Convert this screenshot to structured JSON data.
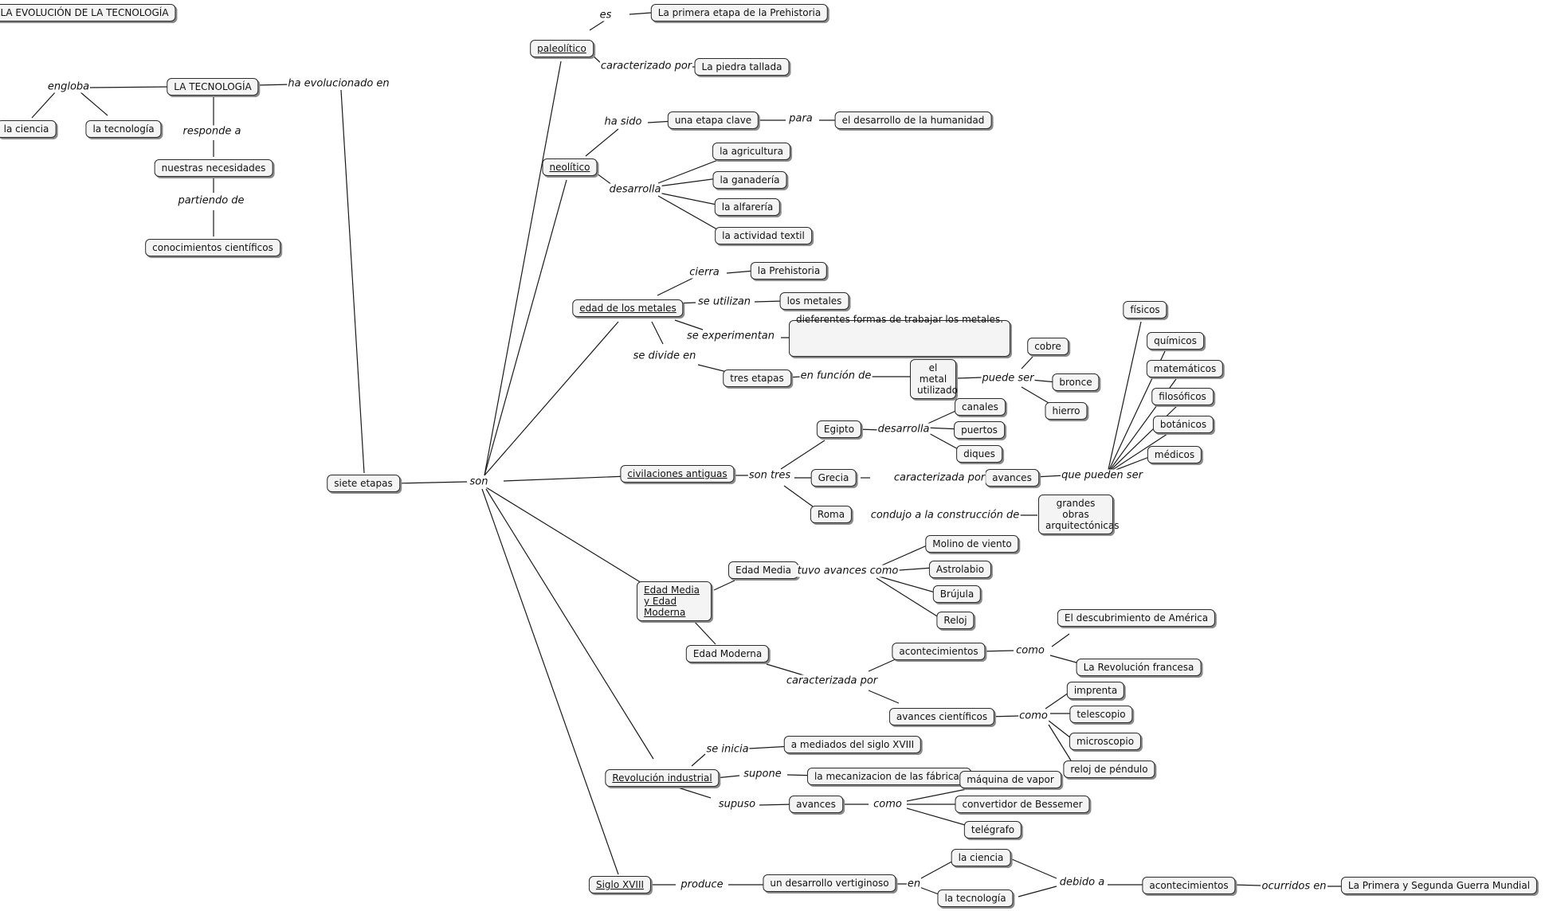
{
  "title": "LA EVOLUCIÓN DE LA TECNOLOGÍA",
  "concepts": {
    "tecnologia": "LA TECNOLOGÍA",
    "ciencia_top": "la ciencia",
    "tecnologia_small": "la tecnología",
    "necesidades": "nuestras necesidades",
    "conocimientos": "conocimientos científicos",
    "siete_etapas": "siete etapas",
    "paleolitico": "paleolítico",
    "primera_etapa": "La primera etapa de la Prehistoria",
    "piedra": "La piedra tallada",
    "neolitico": "neolítico",
    "etapa_clave": "una etapa clave",
    "desarrollo_humanidad": "el desarrollo de la humanidad",
    "agricultura": "la agricultura",
    "ganaderia": "la ganadería",
    "alfareria": "la alfarería",
    "textil": "la actividad textil",
    "metales_edad": "edad de los metales",
    "prehistoria": "la Prehistoria",
    "los_metales": "los metales",
    "formas_trabajar": "dieferentes formas de trabajar los metales.",
    "tres_etapas": "tres etapas",
    "metal_utilizado": "el metal utilizado",
    "cobre": "cobre",
    "bronce": "bronce",
    "hierro": "hierro",
    "civilizaciones": "civilaciones antiguas",
    "egipto": "Egipto",
    "grecia": "Grecia",
    "roma": "Roma",
    "canales": "canales",
    "puertos": "puertos",
    "diques": "diques",
    "avances_grecia": "avances",
    "fisicos": "físicos",
    "quimicos": "químicos",
    "matematicos": "matemáticos",
    "filosoficos": "filosóficos",
    "botanicos": "botánicos",
    "medicos": "médicos",
    "obras": "grandes obras arquitectónicas",
    "edad_media_moderna": "Edad Media y Edad Moderna",
    "edad_media": "Edad Media",
    "molino": "Molino de viento",
    "astrolabio": "Astrolabio",
    "brujula": "Brújula",
    "reloj": "Reloj",
    "edad_moderna": "Edad Moderna",
    "acontecimientos_mod": "acontecimientos",
    "descubrimiento": "El descubrimiento de América",
    "revolucion_francesa": "La Revolución francesa",
    "avances_cientificos": "avances científicos",
    "imprenta": "imprenta",
    "telescopio": "telescopio",
    "microscopio": "microscopio",
    "reloj_pendulo": "reloj de péndulo",
    "revolucion_industrial": "Revolución industrial",
    "mediados": "a mediados del siglo XVIII",
    "mecanizacion": "la mecanizacion de las fábricas",
    "avances_ind": "avances",
    "maquina_vapor": "máquina de vapor",
    "bessemer": "convertidor de Bessemer",
    "telegrafo": "telégrafo",
    "siglo_xviii": "Siglo XVIII",
    "desarrollo_vertiginoso": "un desarrollo vertiginoso",
    "ciencia_bottom": "la ciencia",
    "tecnologia_bottom": "la tecnología",
    "acontecimientos_bottom": "acontecimientos",
    "guerras": "La Primera y Segunda Guerra Mundial"
  },
  "links": {
    "engloba": "engloba",
    "responde_a": "responde a",
    "partiendo_de": "partiendo de",
    "ha_evolucionado": "ha evolucionado en",
    "son": "son",
    "es": "es",
    "caracterizado_por": "caracterizado por",
    "ha_sido": "ha sido",
    "para": "para",
    "desarrolla_neo": "desarrolla",
    "cierra": "cierra",
    "se_utilizan": "se utilizan",
    "se_experimentan": "se experimentan",
    "se_divide_en": "se divide en",
    "en_funcion_de": "en función de",
    "puede_ser": "puede ser",
    "son_tres": "son tres",
    "desarrolla_egipto": "desarrolla",
    "caracterizada_por_grecia": "caracterizada por",
    "que_pueden_ser": "que pueden ser",
    "condujo": "condujo a la construcción de",
    "tuvo_avances": "tuvo avances como",
    "caracterizada_por_mod": "caracterizada por",
    "como_acont": "como",
    "como_avances": "como",
    "se_inicia": "se inicia",
    "supone": "supone",
    "supuso": "supuso",
    "como_ind": "como",
    "produce": "produce",
    "en": "en",
    "debido_a": "debido a",
    "ocurridos_en": "ocurridos en"
  }
}
